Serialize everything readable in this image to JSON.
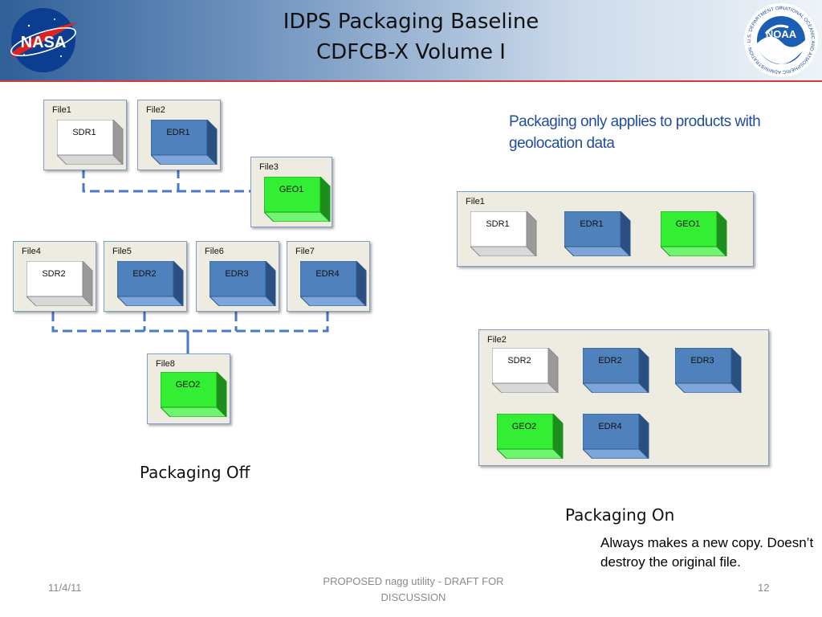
{
  "title": {
    "line1": "IDPS Packaging Baseline",
    "line2": "CDFCB-X Volume I"
  },
  "logos": {
    "left": "NASA",
    "right": "NOAA",
    "right_ring": "NATIONAL OCEANIC AND ATMOSPHERIC ADMINISTRATION · U.S. DEPARTMENT OF COMMERCE"
  },
  "colors": {
    "header_accent": "#d43a3a",
    "file_bg": "#eeece1",
    "sdr": "#ffffff",
    "edr": "#4f81bd",
    "geo": "#33ee33",
    "note_blue": "#1f4e9c"
  },
  "packaging_off": {
    "caption": "Packaging Off",
    "files": [
      {
        "label": "File1",
        "products": [
          {
            "name": "SDR1",
            "kind": "sdr"
          }
        ]
      },
      {
        "label": "File2",
        "products": [
          {
            "name": "EDR1",
            "kind": "edr"
          }
        ]
      },
      {
        "label": "File3",
        "products": [
          {
            "name": "GEO1",
            "kind": "geo"
          }
        ]
      },
      {
        "label": "File4",
        "products": [
          {
            "name": "SDR2",
            "kind": "sdr"
          }
        ]
      },
      {
        "label": "File5",
        "products": [
          {
            "name": "EDR2",
            "kind": "edr"
          }
        ]
      },
      {
        "label": "File6",
        "products": [
          {
            "name": "EDR3",
            "kind": "edr"
          }
        ]
      },
      {
        "label": "File7",
        "products": [
          {
            "name": "EDR4",
            "kind": "edr"
          }
        ]
      },
      {
        "label": "File8",
        "products": [
          {
            "name": "GEO2",
            "kind": "geo"
          }
        ]
      }
    ]
  },
  "packaging_on": {
    "caption": "Packaging On",
    "note": "Packaging only applies to products with geolocation data",
    "files": [
      {
        "label": "File1",
        "products": [
          {
            "name": "SDR1",
            "kind": "sdr"
          },
          {
            "name": "EDR1",
            "kind": "edr"
          },
          {
            "name": "GEO1",
            "kind": "geo"
          }
        ]
      },
      {
        "label": "File2",
        "products": [
          {
            "name": "SDR2",
            "kind": "sdr"
          },
          {
            "name": "EDR2",
            "kind": "edr"
          },
          {
            "name": "EDR3",
            "kind": "edr"
          },
          {
            "name": "GEO2",
            "kind": "geo"
          },
          {
            "name": "EDR4",
            "kind": "edr"
          }
        ]
      }
    ],
    "copy_note": "Always makes a new copy. Doesn’t destroy the original file."
  },
  "footer": {
    "date": "11/4/11",
    "center": "PROPOSED nagg utility - DRAFT FOR DISCUSSION",
    "page": "12"
  }
}
